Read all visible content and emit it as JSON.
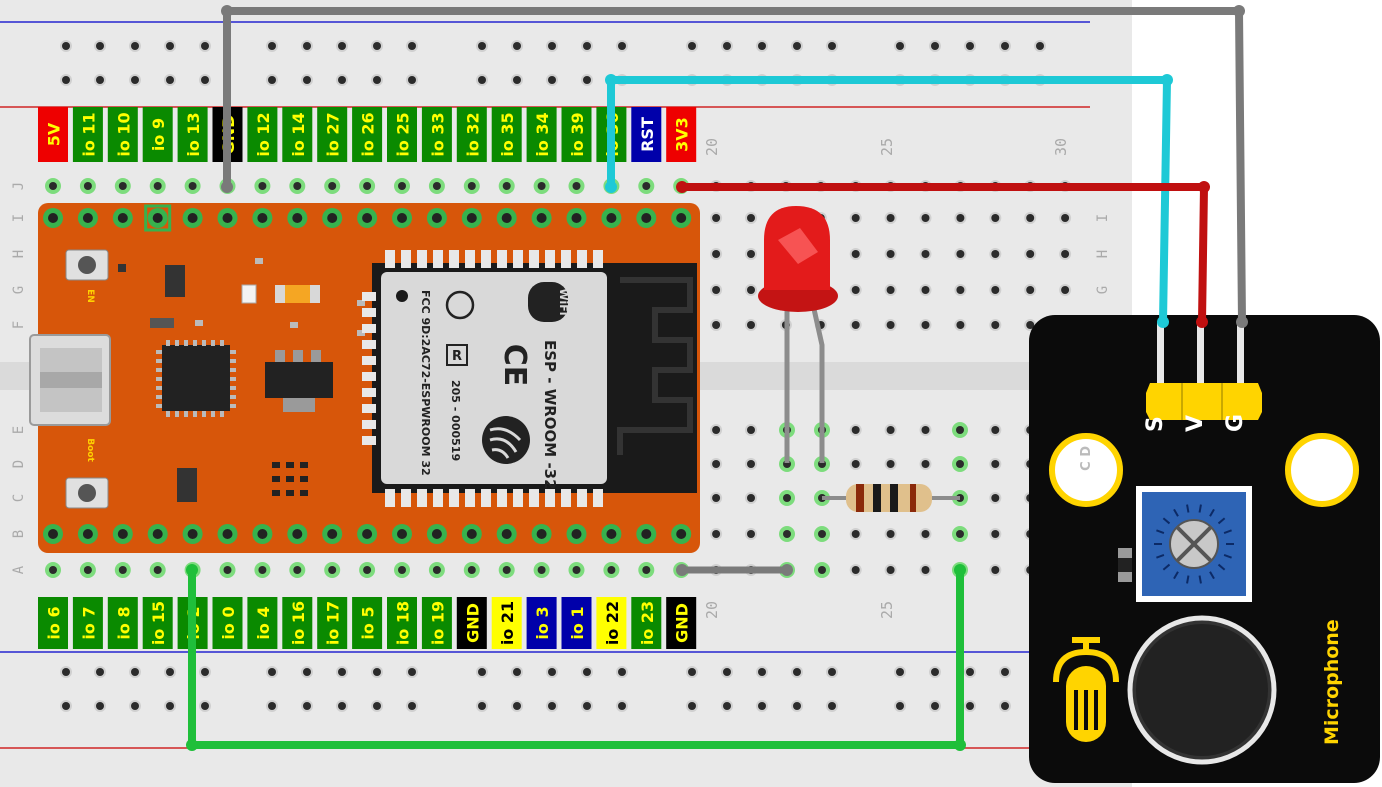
{
  "colors": {
    "breadboard": "#e9e9e9",
    "esp_board": "#d7560a",
    "mic_module": "#0b0b0b",
    "wire_gray": "#7a7a7a",
    "wire_cyan": "#1ec9d6",
    "wire_red": "#c01010",
    "wire_green": "#1fbf3a",
    "pin_green": "#0a8a00",
    "pin_yellow_text": "#ffd200",
    "led_red": "#e31b1b",
    "mic_yellow": "#ffd400"
  },
  "top_pins": [
    {
      "label": "5V",
      "kind": "power"
    },
    {
      "label": "io 11",
      "kind": "io"
    },
    {
      "label": "io 10",
      "kind": "io"
    },
    {
      "label": "io 9",
      "kind": "io"
    },
    {
      "label": "io 13",
      "kind": "io"
    },
    {
      "label": "GND",
      "kind": "gnd"
    },
    {
      "label": "io 12",
      "kind": "io"
    },
    {
      "label": "io 14",
      "kind": "io"
    },
    {
      "label": "io 27",
      "kind": "io"
    },
    {
      "label": "io 26",
      "kind": "io"
    },
    {
      "label": "io 25",
      "kind": "io"
    },
    {
      "label": "io 33",
      "kind": "io"
    },
    {
      "label": "io 32",
      "kind": "io"
    },
    {
      "label": "io 35",
      "kind": "io"
    },
    {
      "label": "io 34",
      "kind": "io"
    },
    {
      "label": "io 39",
      "kind": "io"
    },
    {
      "label": "io 36",
      "kind": "io"
    },
    {
      "label": "RST",
      "kind": "rst"
    },
    {
      "label": "3V3",
      "kind": "power"
    }
  ],
  "bottom_pins": [
    {
      "label": "io 6",
      "kind": "io"
    },
    {
      "label": "io 7",
      "kind": "io"
    },
    {
      "label": "io 8",
      "kind": "io"
    },
    {
      "label": "io 15",
      "kind": "io"
    },
    {
      "label": "io 2",
      "kind": "io"
    },
    {
      "label": "io 0",
      "kind": "io"
    },
    {
      "label": "io 4",
      "kind": "io"
    },
    {
      "label": "io 16",
      "kind": "io"
    },
    {
      "label": "io 17",
      "kind": "io"
    },
    {
      "label": "io 5",
      "kind": "io"
    },
    {
      "label": "io 18",
      "kind": "io"
    },
    {
      "label": "io 19",
      "kind": "io"
    },
    {
      "label": "GND",
      "kind": "gnd"
    },
    {
      "label": "io 21",
      "kind": "yellow"
    },
    {
      "label": "io 3",
      "kind": "blue"
    },
    {
      "label": "io 1",
      "kind": "blue"
    },
    {
      "label": "io 22",
      "kind": "yellow"
    },
    {
      "label": "io 23",
      "kind": "io"
    },
    {
      "label": "GND",
      "kind": "gnd"
    }
  ],
  "breadboard": {
    "row_letters_top": [
      "J",
      "I",
      "H",
      "G",
      "F"
    ],
    "row_letters_bottom": [
      "E",
      "D",
      "C",
      "B",
      "A"
    ],
    "column_numbers_top": [
      "20",
      "25",
      "30"
    ],
    "column_numbers_bottom": [
      "20",
      "25"
    ]
  },
  "esp_board": {
    "button_en": "EN",
    "button_boot": "Boot",
    "module_name": "ESP - WROOM -32",
    "fcc_text": "FCC  9D:2AC72-ESPWROOM 32",
    "cert_text": "205 - 000519",
    "wifi_logo": "WiFi",
    "r_mark": "R"
  },
  "mic_module": {
    "pin_labels": [
      "S",
      "V",
      "G"
    ],
    "name": "Microphone",
    "cd_label": "C  D"
  }
}
